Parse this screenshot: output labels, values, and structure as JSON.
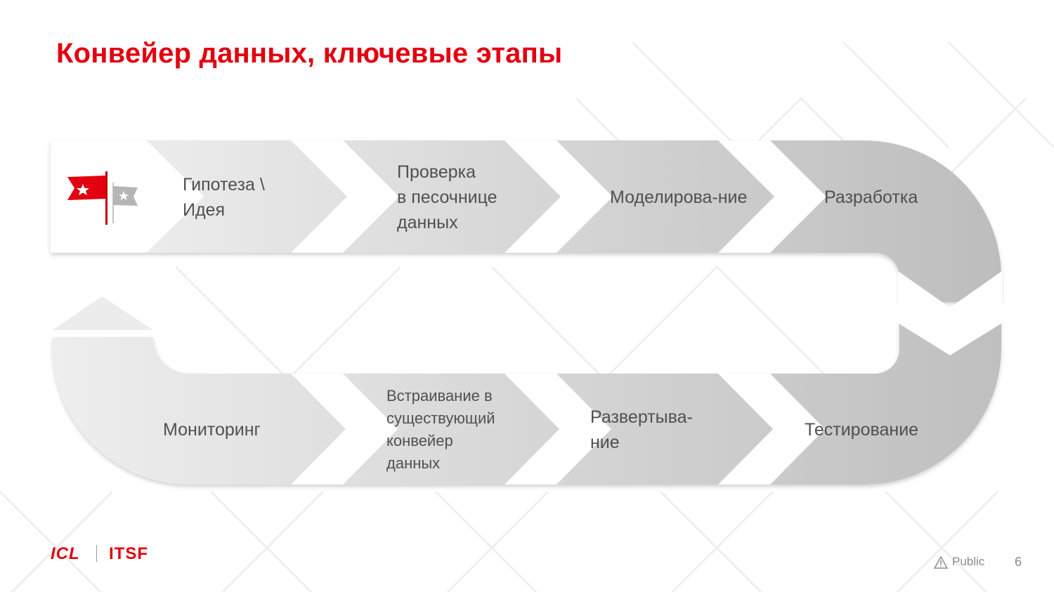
{
  "slide": {
    "title": "Конвейер данных, ключевые этапы",
    "accent_color": "#e3000f"
  },
  "stages": [
    {
      "label": "Гипотеза \\ Идея",
      "lines": [
        "Гипотеза \\",
        "Идея"
      ]
    },
    {
      "label": "Проверка в песочнице данных",
      "lines": [
        "Проверка",
        "в песочнице",
        "данных"
      ]
    },
    {
      "label": "Моделирова-ние",
      "lines": [
        "Моделирова-ние"
      ]
    },
    {
      "label": "Разработка",
      "lines": [
        "Разработка"
      ]
    },
    {
      "label": "Тестирование",
      "lines": [
        "Тестирование"
      ]
    },
    {
      "label": "Развертыва-ние",
      "lines": [
        "Развертыва-",
        "ние"
      ]
    },
    {
      "label": "Встраивание в существующий конвейер данных",
      "lines": [
        "Встраивание в",
        "существующий",
        "конвейер",
        "данных"
      ]
    },
    {
      "label": "Мониторинг",
      "lines": [
        "Мониторинг"
      ]
    }
  ],
  "start_icon": "flags-with-stars-icon",
  "footer": {
    "logo_left": "ICL",
    "logo_right": "ITSF",
    "classification": "Public",
    "page_number": "6"
  }
}
